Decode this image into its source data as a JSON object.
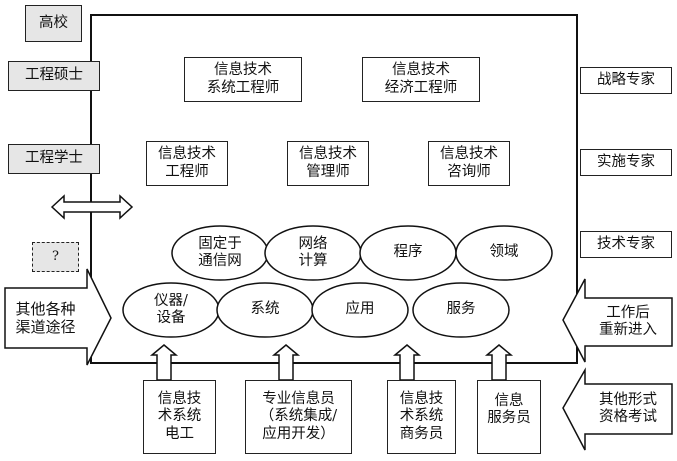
{
  "left_column": {
    "tiers": [
      "高校",
      "工程硕士",
      "工程学士"
    ],
    "unknown": "?",
    "entry_arrow": "其他各种\n渠道途径"
  },
  "top_roles": [
    "信息技术\n系统工程师",
    "信息技术\n经济工程师"
  ],
  "mid_roles": [
    "信息技术\n工程师",
    "信息技术\n管理师",
    "信息技术\n咨询师"
  ],
  "ellipses_row1": [
    "固定于\n通信网",
    "网络\n计算",
    "程序",
    "领域"
  ],
  "ellipses_row2": [
    "仪器/\n设备",
    "系统",
    "应用",
    "服务"
  ],
  "right_column": {
    "experts": [
      "战略专家",
      "实施专家",
      "技术专家"
    ],
    "reentry_arrow": "工作后\n重新进入",
    "exam_arrow": "其他形式\n资格考试"
  },
  "bottom_roles": [
    "信息技\n术系统\n电工",
    "专业信息员\n（系统集成/\n应用开发）",
    "信息技\n术系统\n商务员",
    "信息\n服务员"
  ]
}
